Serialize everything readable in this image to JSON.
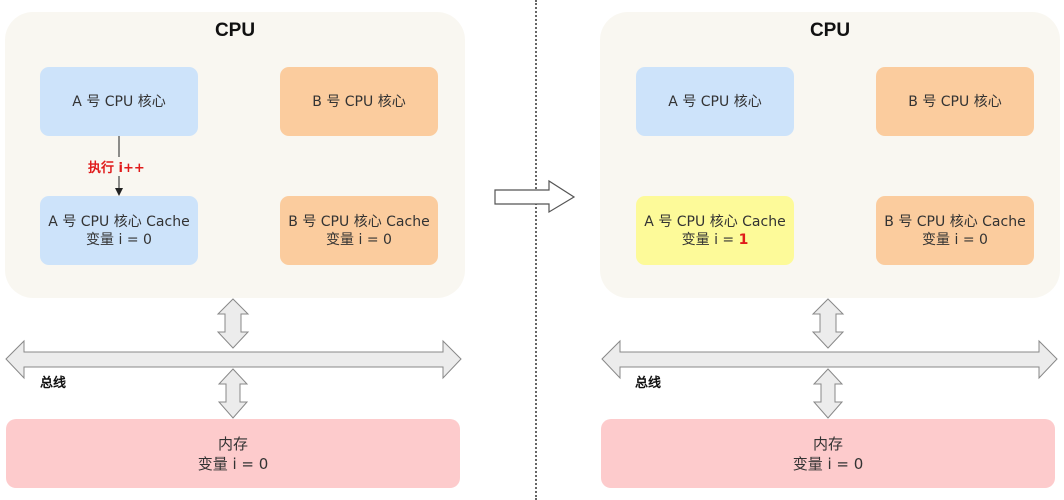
{
  "left": {
    "cpu": {
      "title": "CPU",
      "core_a": "A 号 CPU 核心",
      "core_b": "B 号 CPU 核心",
      "exec_label": "执行 i++",
      "cache_a": {
        "title": "A 号 CPU 核心 Cache",
        "var_prefix": "变量 i = ",
        "var_value": "0"
      },
      "cache_b": {
        "title": "B 号 CPU 核心 Cache",
        "var_prefix": "变量 i = ",
        "var_value": "0"
      }
    },
    "bus_label": "总线",
    "memory": {
      "title": "内存",
      "var": "变量 i = 0"
    }
  },
  "right": {
    "cpu": {
      "title": "CPU",
      "core_a": "A 号 CPU 核心",
      "core_b": "B 号 CPU 核心",
      "cache_a": {
        "title": "A 号 CPU 核心 Cache",
        "var_prefix": "变量 i = ",
        "var_value": "1"
      },
      "cache_b": {
        "title": "B 号 CPU 核心 Cache",
        "var_prefix": "变量 i = ",
        "var_value": "0"
      }
    },
    "bus_label": "总线",
    "memory": {
      "title": "内存",
      "var": "变量 i = 0"
    }
  },
  "colors": {
    "cpu_bg": "#f9f7f1",
    "core_a": "#cde3fa",
    "core_b": "#fbcc9e",
    "cache_updated": "#fdfa99",
    "memory": "#fdcbcc",
    "highlight": "#e01b1b"
  }
}
